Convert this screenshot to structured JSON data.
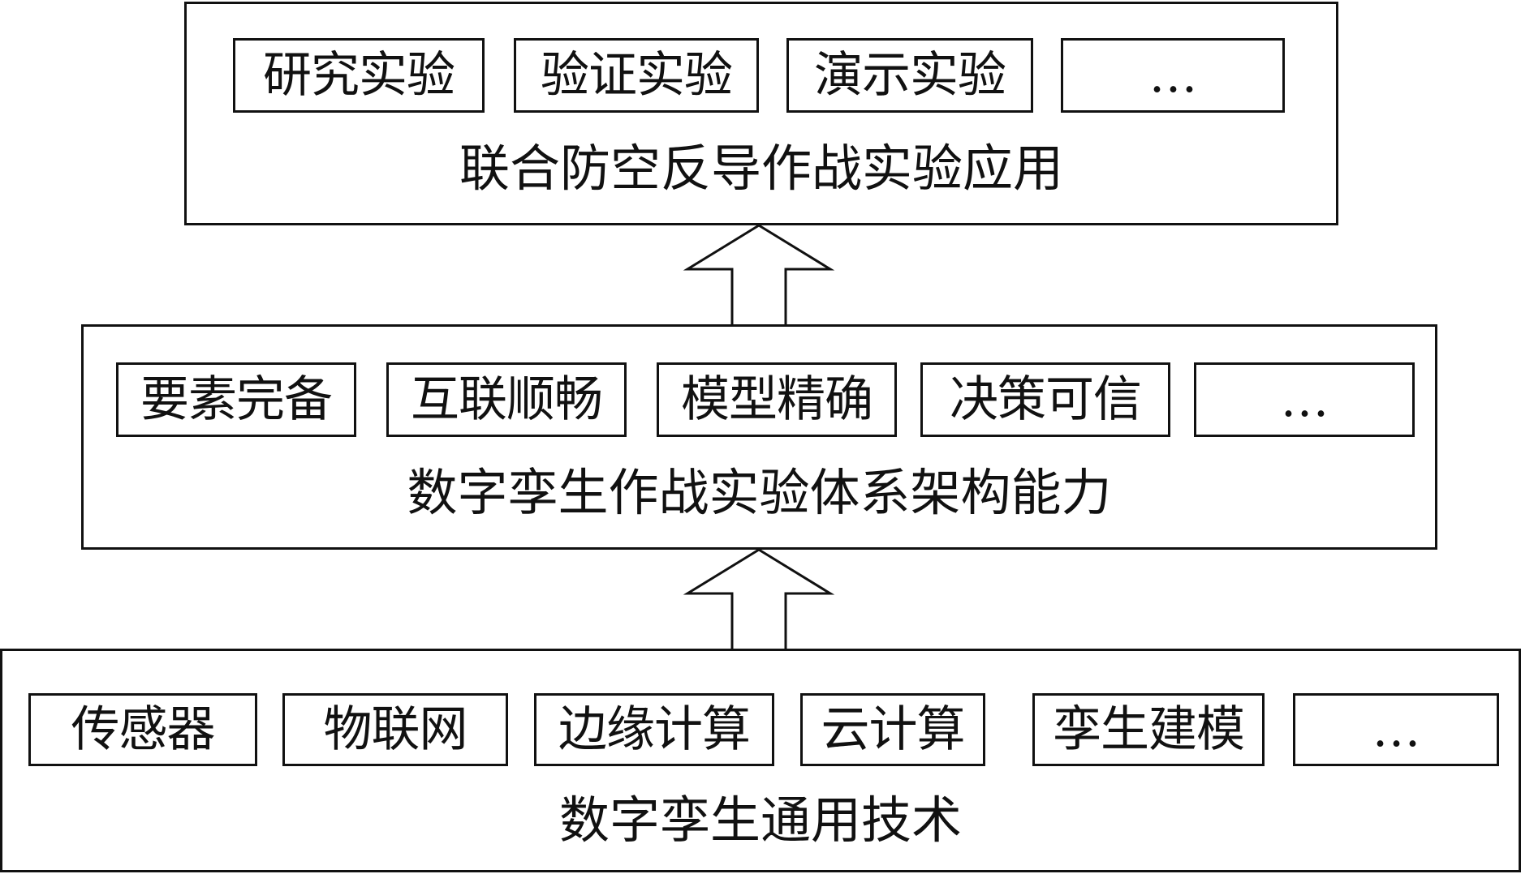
{
  "layers": [
    {
      "title": "联合防空反导作战实验应用",
      "items": [
        "研究实验",
        "验证实验",
        "演示实验",
        "…"
      ]
    },
    {
      "title": "数字孪生作战实验体系架构能力",
      "items": [
        "要素完备",
        "互联顺畅",
        "模型精确",
        "决策可信",
        "…"
      ]
    },
    {
      "title": "数字孪生通用技术",
      "items": [
        "传感器",
        "物联网",
        "边缘计算",
        "云计算",
        "孪生建模",
        "…"
      ]
    }
  ],
  "icons": {
    "arrows": "up-hollow-arrow-icon"
  }
}
